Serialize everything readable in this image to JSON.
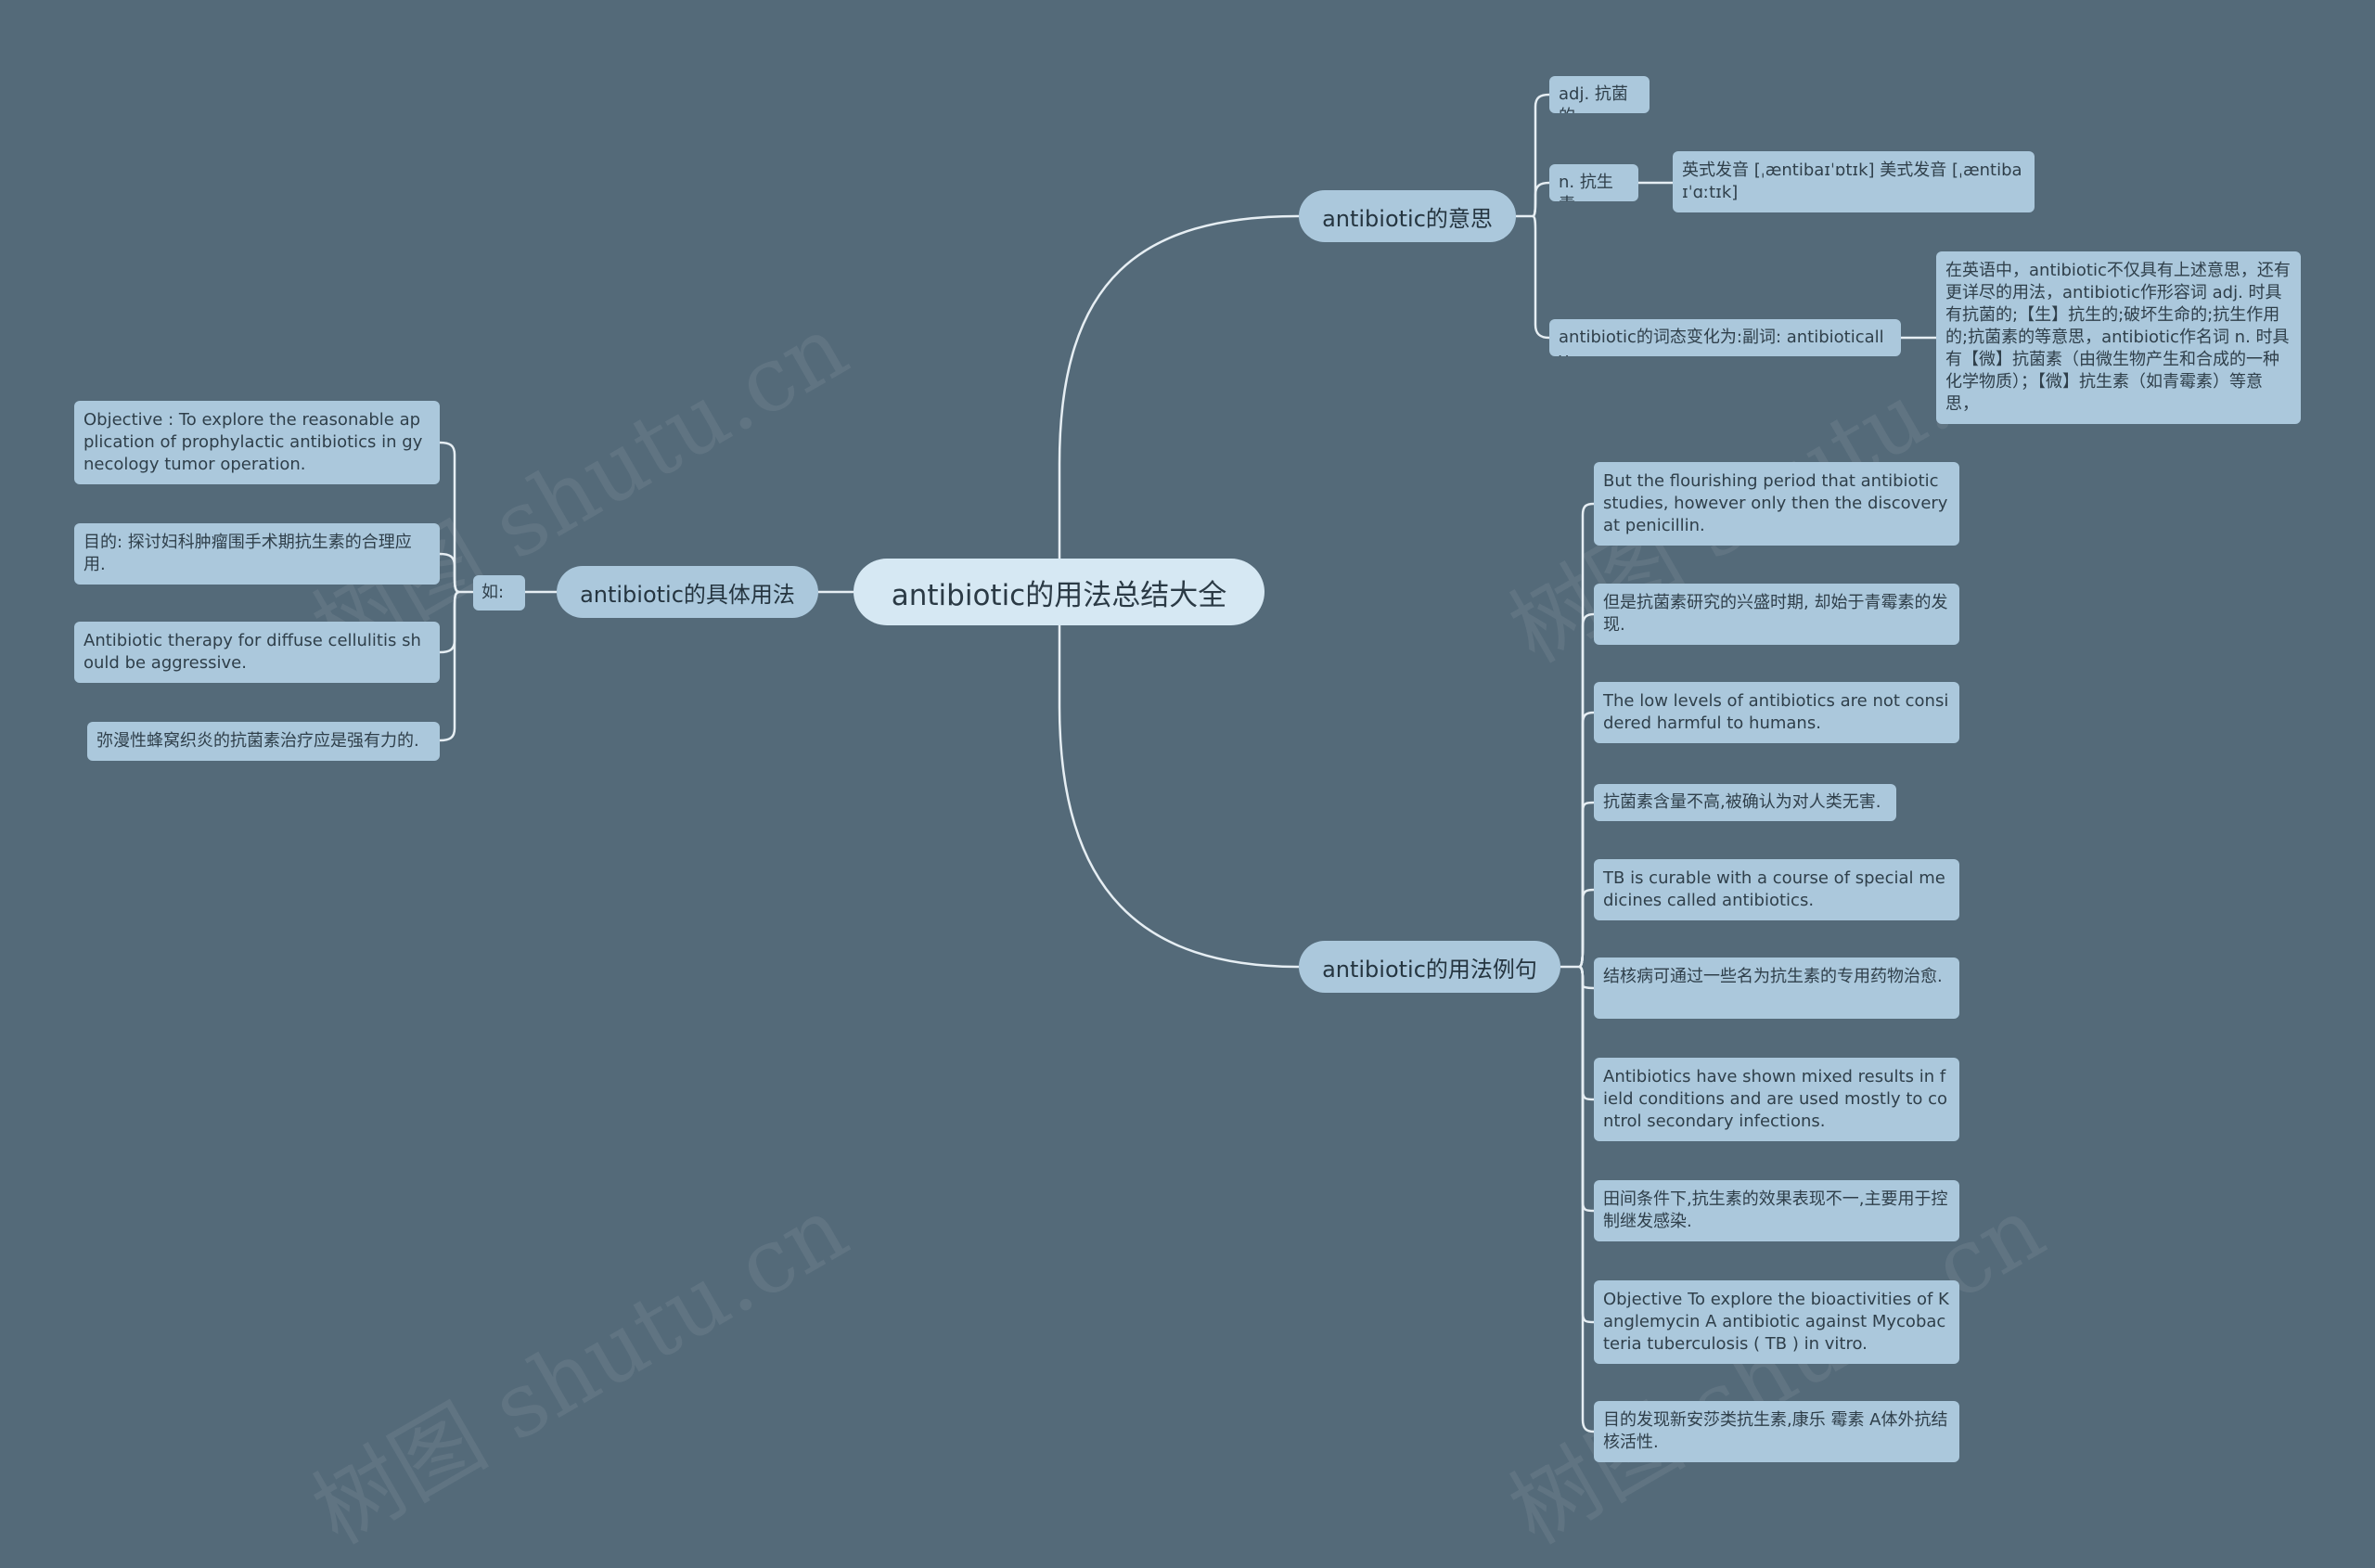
{
  "root": {
    "label": "antibiotic的用法总结大全"
  },
  "branches": {
    "meaning": {
      "label": "antibiotic的意思",
      "items": [
        {
          "label": "adj. 抗菌的"
        },
        {
          "label": "n. 抗生素",
          "child": "英式发音 [ˌæntibaɪˈɒtɪk] 美式发音 [ˌæntibaɪˈɑːtɪk]"
        },
        {
          "label": "antibiotic的词态变化为:副词: antibiotically",
          "child": "在英语中，antibiotic不仅具有上述意思，还有更详尽的用法，antibiotic作形容词 adj. 时具有抗菌的;【生】抗生的;破坏生命的;抗生作用的;抗菌素的等意思，antibiotic作名词 n. 时具有【微】抗菌素（由微生物产生和合成的一种化学物质）；【微】抗生素（如青霉素）等意思，"
        }
      ]
    },
    "usage": {
      "label": "antibiotic的具体用法",
      "connector": "如:",
      "items": [
        "Objective : To explore the reasonable application of prophylactic antibiotics in gynecology tumor operation.",
        "目的: 探讨妇科肿瘤围手术期抗生素的合理应用.",
        "Antibiotic therapy for diffuse cellulitis should be aggressive.",
        "弥漫性蜂窝织炎的抗菌素治疗应是强有力的."
      ]
    },
    "examples": {
      "label": "antibiotic的用法例句",
      "items": [
        "But the flourishing period that antibiotic studies, however only then the discovery at penicillin.",
        "但是抗菌素研究的兴盛时期, 却始于青霉素的发现.",
        "The low levels of antibiotics are not considered harmful to humans.",
        "抗菌素含量不高,被确认为对人类无害.",
        "TB is curable with a course of special medicines called antibiotics.",
        "结核病可通过一些名为抗生素的专用药物治愈.",
        "Antibiotics have shown mixed results in field conditions and are used mostly to control secondary infections.",
        "田间条件下,抗生素的效果表现不一,主要用于控制继发感染.",
        "Objective To explore the bioactivities of Kanglemycin A antibiotic against Mycobacteria tuberculosis ( TB ) in vitro.",
        "目的发现新安莎类抗生素,康乐 霉素 A体外抗结核活性."
      ]
    }
  },
  "watermark": "树图 shutu.cn",
  "colors": {
    "background": "#546a79",
    "node": "#abc8dc",
    "root": "#d6e8f3",
    "line": "#e6eef3"
  }
}
